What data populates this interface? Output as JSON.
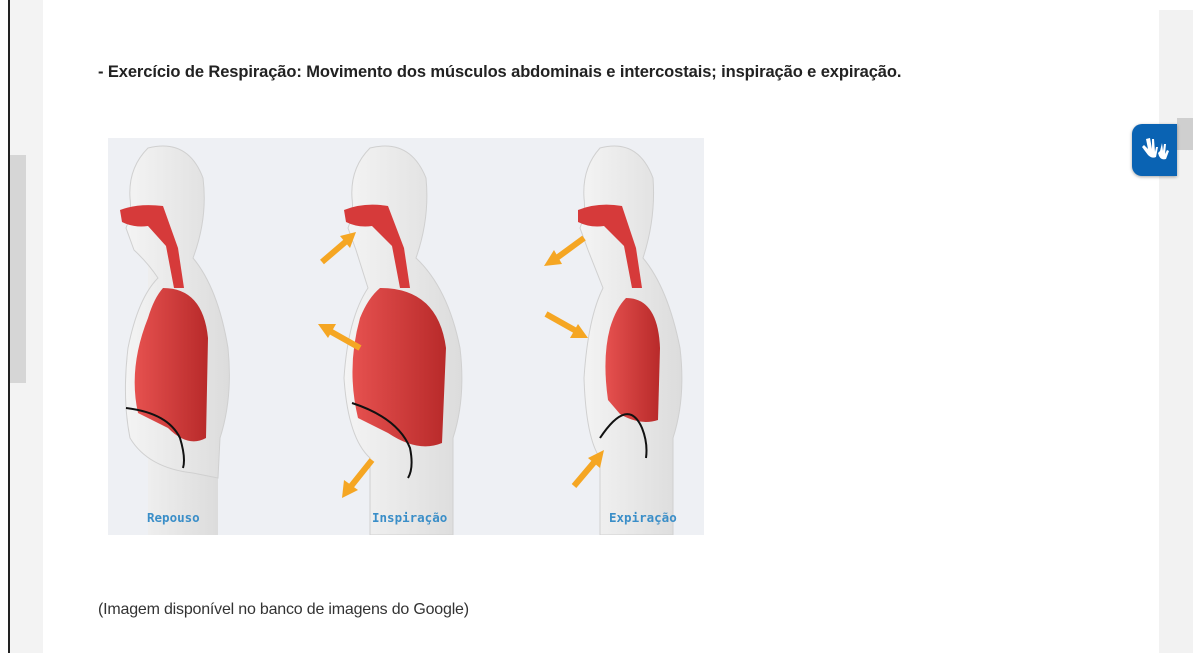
{
  "article": {
    "heading": "- Exercício de Respiração: Movimento dos músculos abdominais e intercostais; inspiração e expiração.",
    "figure": {
      "labels": {
        "rest": "Repouso",
        "inhale": "Inspiração",
        "exhale": "Expiração"
      }
    },
    "image_credit": "(Imagem disponível no banco de imagens do Google)"
  },
  "widgets": {
    "accessibility_button_icon": "sign-language-hands-icon"
  },
  "colors": {
    "label_blue": "#3a8ec8",
    "lung_red": "#d63a3a",
    "arrow_orange": "#f5a623",
    "widget_blue": "#0a63b3"
  }
}
